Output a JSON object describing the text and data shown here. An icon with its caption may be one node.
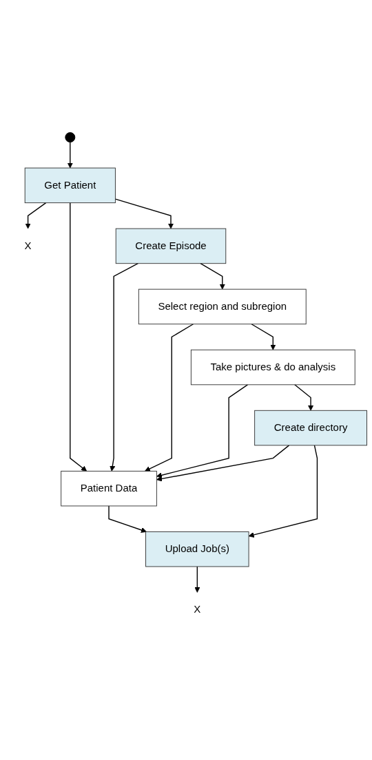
{
  "diagram": {
    "nodes": [
      {
        "text": [],
        "shape": "circle"
      },
      {
        "text": [
          "X"
        ]
      },
      {
        "text": [
          "Get Patient"
        ]
      },
      {
        "text": [
          "Create Episode"
        ]
      },
      {
        "text": [
          "Select region and subregion"
        ]
      },
      {
        "text": [
          "Take pictures & do analysis"
        ]
      },
      {
        "text": [
          "Create directory"
        ]
      },
      {
        "text": [
          "Upload Job(s)"
        ]
      },
      {
        "text": [
          "X"
        ]
      },
      {
        "text": [
          "Patient Data"
        ]
      }
    ],
    "edges": [
      {
        "from": 0,
        "to": 2,
        "arrow": "to"
      },
      {
        "from": 2,
        "to": 1,
        "arrow": "to"
      },
      {
        "from": 2,
        "to": 9,
        "arrow": "to"
      },
      {
        "from": 2,
        "to": 3,
        "arrow": "to"
      },
      {
        "from": 3,
        "to": 9,
        "arrow": "to"
      },
      {
        "from": 3,
        "to": 4,
        "arrow": "to"
      },
      {
        "from": 4,
        "to": 9,
        "arrow": "to"
      },
      {
        "from": 4,
        "to": 5,
        "arrow": "to"
      },
      {
        "from": 5,
        "to": 9,
        "arrow": "to"
      },
      {
        "from": 5,
        "to": 6,
        "arrow": "to"
      },
      {
        "from": 6,
        "to": 9,
        "arrow": "to"
      },
      {
        "from": 6,
        "to": 7,
        "arrow": "to"
      },
      {
        "from": 9,
        "to": 7,
        "arrow": "to"
      },
      {
        "from": 7,
        "to": 8,
        "arrow": "to"
      }
    ]
  }
}
